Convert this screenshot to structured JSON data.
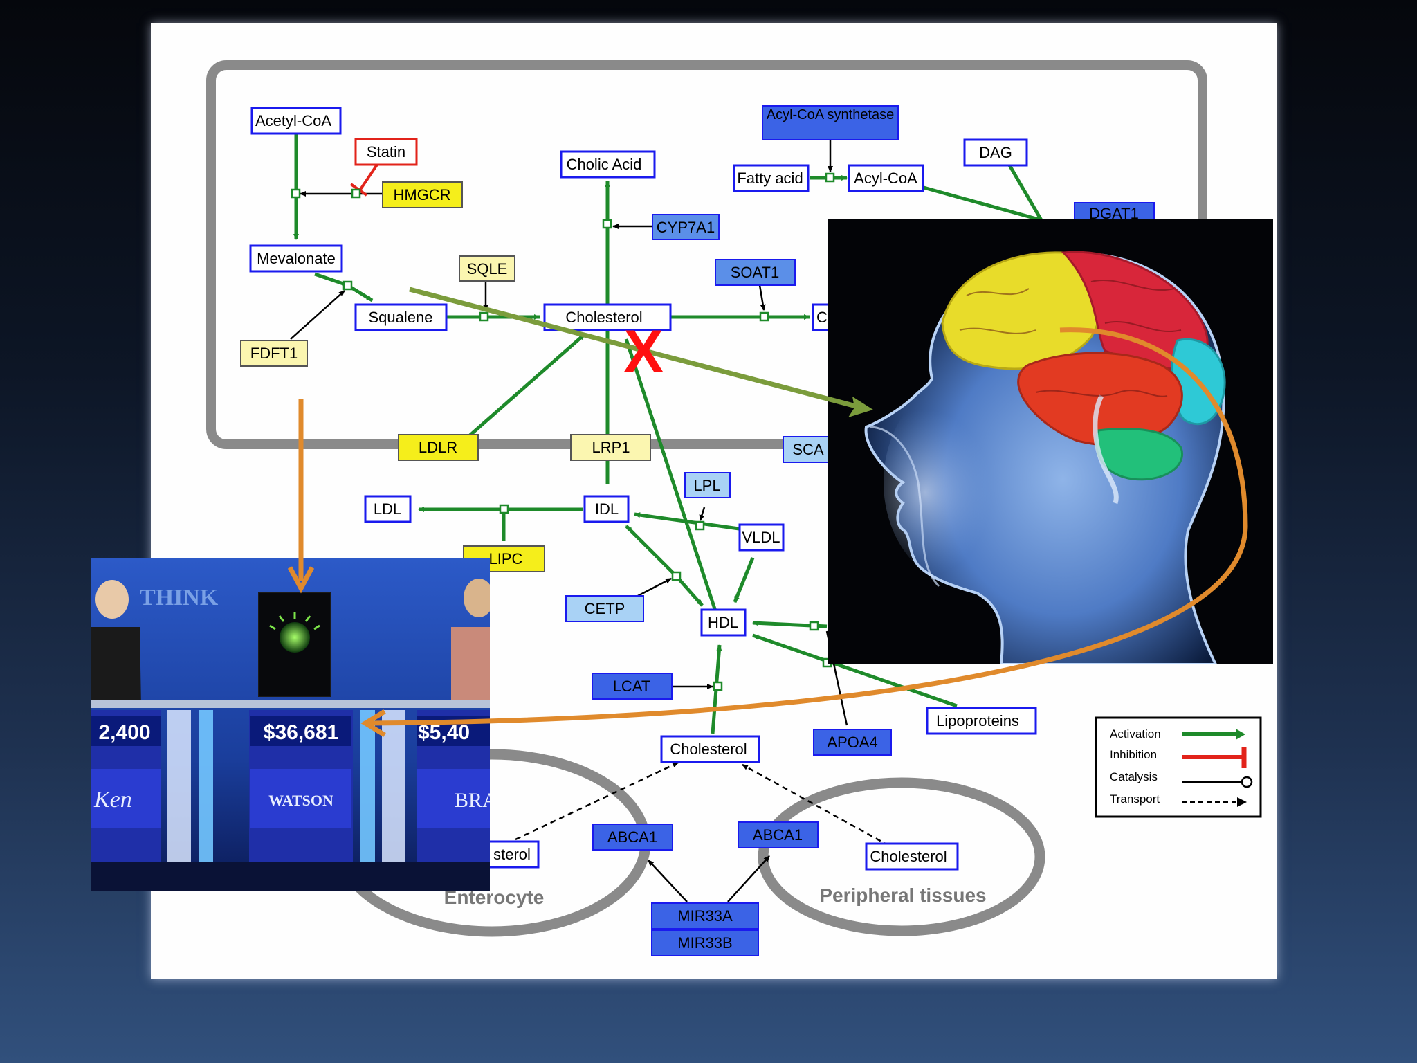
{
  "diagram": {
    "compartments": {
      "enterocyte": "Enterocyte",
      "peripheral": "Peripheral tissues"
    },
    "nodes": {
      "acetyl_coa": "Acetyl-CoA",
      "statin": "Statin",
      "hmgcr": "HMGCR",
      "mevalonate": "Mevalonate",
      "fdft1": "FDFT1",
      "squalene": "Squalene",
      "sqle": "SQLE",
      "cholesterol_liver": "Cholesterol",
      "cholic_acid": "Cholic Acid",
      "cyp7a1": "CYP7A1",
      "acyl_coa_synthetase": "Acyl-CoA synthetase",
      "fatty_acid": "Fatty acid",
      "acyl_coa": "Acyl-CoA",
      "dag": "DAG",
      "dgat1": "DGAT1",
      "soat1": "SOAT1",
      "ce_partial": "C",
      "ldlr": "LDLR",
      "lrp1": "LRP1",
      "scarb_partial": "SCA",
      "ldl": "LDL",
      "idl": "IDL",
      "lpl": "LPL",
      "vldl": "VLDL",
      "lipc": "LIPC",
      "cetp": "CETP",
      "hdl": "HDL",
      "lcat": "LCAT",
      "apoa4": "APOA4",
      "lipoproteins": "Lipoproteins",
      "cholesterol_blood": "Cholesterol",
      "cholesterol_enterocyte_partial": "sterol",
      "cholesterol_peripheral": "Cholesterol",
      "abca1_left": "ABCA1",
      "abca1_right": "ABCA1",
      "mir33a": "MIR33A",
      "mir33b": "MIR33B"
    },
    "legend": {
      "activation": "Activation",
      "inhibition": "Inhibition",
      "catalysis": "Catalysis",
      "transport": "Transport"
    },
    "annotation_mark": "X",
    "colors": {
      "activation": "#1e8a2a",
      "inhibition": "#e2231a",
      "node_border": "#1a1aee",
      "overlay_arrow_green": "#7b9c3c",
      "overlay_arrow_orange": "#e08a2c",
      "compartment_gray": "#8a8a8a"
    }
  },
  "watson_photo": {
    "banner_text": "THINK",
    "score_left": "2,400",
    "score_center": "$36,681",
    "score_right": "$5,40",
    "name_left": "Ken",
    "name_center": "WATSON",
    "name_right": "BRA"
  }
}
